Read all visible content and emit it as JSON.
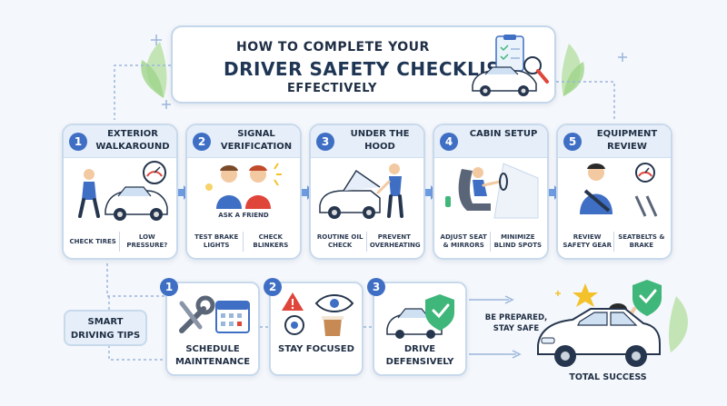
{
  "title": {
    "line1": "How to Complete Your",
    "line2": "Driver Safety Checklist",
    "line3": "Effectively"
  },
  "steps": [
    {
      "number": "1",
      "title": "Exterior Walkaround",
      "caption": "",
      "items": [
        "Check Tires",
        "Low Pressure?"
      ],
      "icon": "car-tire-gauge-icon"
    },
    {
      "number": "2",
      "title": "Signal Verification",
      "caption": "Ask a Friend",
      "items": [
        "Test Brake Lights",
        "Check Blinkers"
      ],
      "icon": "two-people-icon"
    },
    {
      "number": "3",
      "title": "Under the Hood",
      "caption": "",
      "items": [
        "Routine Oil Check",
        "Prevent Overheating"
      ],
      "icon": "open-hood-car-icon"
    },
    {
      "number": "4",
      "title": "Cabin Setup",
      "caption": "",
      "items": [
        "Adjust Seat & Mirrors",
        "Minimize Blind Spots"
      ],
      "icon": "driver-seat-icon"
    },
    {
      "number": "5",
      "title": "Equipment Review",
      "caption": "",
      "items": [
        "Review Safety Gear",
        "Seatbelts & Brake"
      ],
      "icon": "seatbelt-person-icon"
    }
  ],
  "smart_tips": {
    "label": "Smart Driving Tips",
    "tips": [
      {
        "number": "1",
        "label": "Schedule Maintenance",
        "icon": "wrench-calendar-icon"
      },
      {
        "number": "2",
        "label": "Stay Focused",
        "icon": "eye-warning-coffee-icon"
      },
      {
        "number": "3",
        "label": "Drive Defensively",
        "icon": "car-shield-icon"
      }
    ]
  },
  "outcome": {
    "prepared": "Be Prepared, Stay Safe",
    "success": "Total Success"
  },
  "colors": {
    "accent": "#3f6fc4",
    "card_border": "#c8d9ec",
    "header_fill": "#e6eff9",
    "arrow": "#6f9be0",
    "shield_green": "#3fb67a",
    "warning_red": "#e0453a",
    "star_yellow": "#f3c12a"
  }
}
